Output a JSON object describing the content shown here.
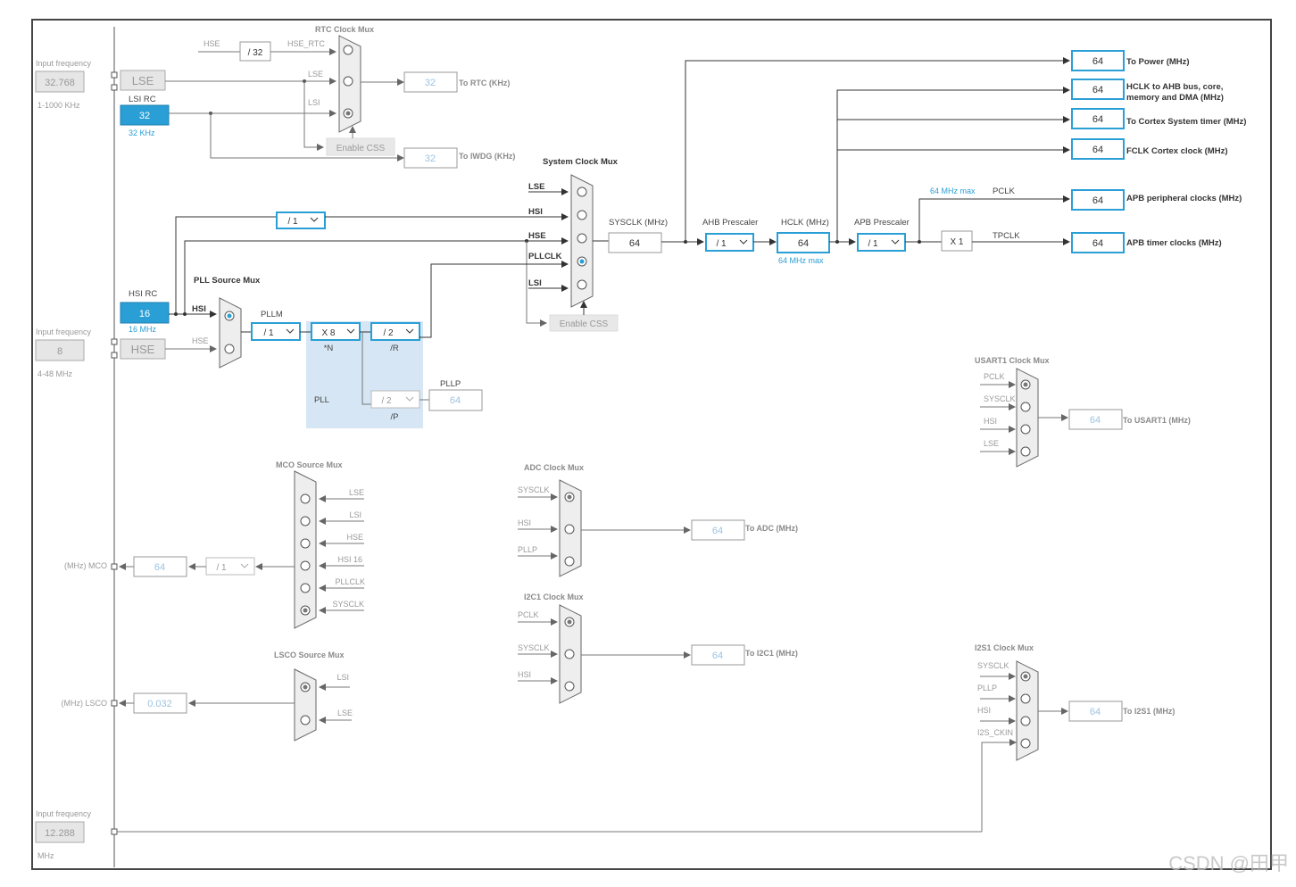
{
  "inputs": {
    "lse": {
      "label": "Input frequency",
      "value": "32.768",
      "range": "1-1000 KHz",
      "name": "LSE"
    },
    "hse": {
      "label": "Input frequency",
      "value": "8",
      "range": "4-48 MHz",
      "name": "HSE"
    },
    "i2s": {
      "label": "Input frequency",
      "value": "12.288",
      "unit": "MHz"
    }
  },
  "lsi_rc": {
    "title": "LSI RC",
    "value": "32",
    "sub": "32 KHz"
  },
  "hsi_rc": {
    "title": "HSI RC",
    "value": "16",
    "sub": "16 MHz"
  },
  "rtc": {
    "title": "RTC Clock Mux",
    "hse": "HSE",
    "div": "/ 32",
    "hse_rtc": "HSE_RTC",
    "lse": "LSE",
    "lsi": "LSI",
    "out_value": "32",
    "out_label": "To RTC (KHz)",
    "enable_css": "Enable CSS",
    "iwdg_value": "32",
    "iwdg_label": "To IWDG (KHz)"
  },
  "sysmux": {
    "title": "System Clock Mux",
    "inputs": [
      "LSE",
      "HSI",
      "HSE",
      "PLLCLK",
      "LSI"
    ],
    "hsi_div": "/ 1",
    "enable_css": "Enable CSS",
    "sysclk_label": "SYSCLK (MHz)",
    "sysclk_value": "64"
  },
  "ahb": {
    "label": "AHB Prescaler",
    "value": "/ 1"
  },
  "hclk": {
    "label": "HCLK (MHz)",
    "value": "64",
    "max": "64 MHz max"
  },
  "apb": {
    "label": "APB Prescaler",
    "value": "/ 1"
  },
  "x1": "X 1",
  "pclk": {
    "max": "64 MHz max",
    "label": "PCLK",
    "tpclk": "TPCLK"
  },
  "outputs": [
    {
      "value": "64",
      "label": "To Power (MHz)"
    },
    {
      "value": "64",
      "label": "HCLK to AHB bus, core,",
      "label2": "memory and DMA (MHz)"
    },
    {
      "value": "64",
      "label": "To Cortex System timer (MHz)"
    },
    {
      "value": "64",
      "label": "FCLK Cortex clock (MHz)"
    },
    {
      "value": "64",
      "label": "APB peripheral clocks (MHz)"
    },
    {
      "value": "64",
      "label": "APB timer clocks (MHz)"
    }
  ],
  "pll": {
    "source_title": "PLL Source Mux",
    "hsi": "HSI",
    "hse": "HSE",
    "pllm_label": "PLLM",
    "pllm": "/ 1",
    "n_value": "X 8",
    "n_label": "*N",
    "r_value": "/ 2",
    "r_label": "/R",
    "p_value": "/ 2",
    "p_label": "/P",
    "title": "PLL",
    "pllp_label": "PLLP",
    "pllp_value": "64"
  },
  "mco": {
    "title": "MCO Source Mux",
    "inputs": [
      "LSE",
      "LSI",
      "HSE",
      "HSI 16",
      "PLLCLK",
      "SYSCLK"
    ],
    "div": "/ 1",
    "value": "64",
    "pin": "(MHz) MCO"
  },
  "lsco": {
    "title": "LSCO Source Mux",
    "inputs": [
      "LSI",
      "LSE"
    ],
    "value": "0.032",
    "pin": "(MHz) LSCO"
  },
  "adc": {
    "title": "ADC Clock Mux",
    "inputs": [
      "SYSCLK",
      "HSI",
      "PLLP"
    ],
    "value": "64",
    "label": "To ADC (MHz)"
  },
  "i2c1": {
    "title": "I2C1 Clock Mux",
    "inputs": [
      "PCLK",
      "SYSCLK",
      "HSI"
    ],
    "value": "64",
    "label": "To I2C1 (MHz)"
  },
  "usart1": {
    "title": "USART1 Clock Mux",
    "inputs": [
      "PCLK",
      "SYSCLK",
      "HSI",
      "LSE"
    ],
    "value": "64",
    "label": "To USART1 (MHz)"
  },
  "i2s1": {
    "title": "I2S1 Clock Mux",
    "inputs": [
      "SYSCLK",
      "PLLP",
      "HSI",
      "I2S_CKIN"
    ],
    "value": "64",
    "label": "To I2S1 (MHz)"
  },
  "watermark": "CSDN @田甲",
  "colors": {
    "accent": "#2a9fd6",
    "pll_bg": "#d6e6f5"
  }
}
